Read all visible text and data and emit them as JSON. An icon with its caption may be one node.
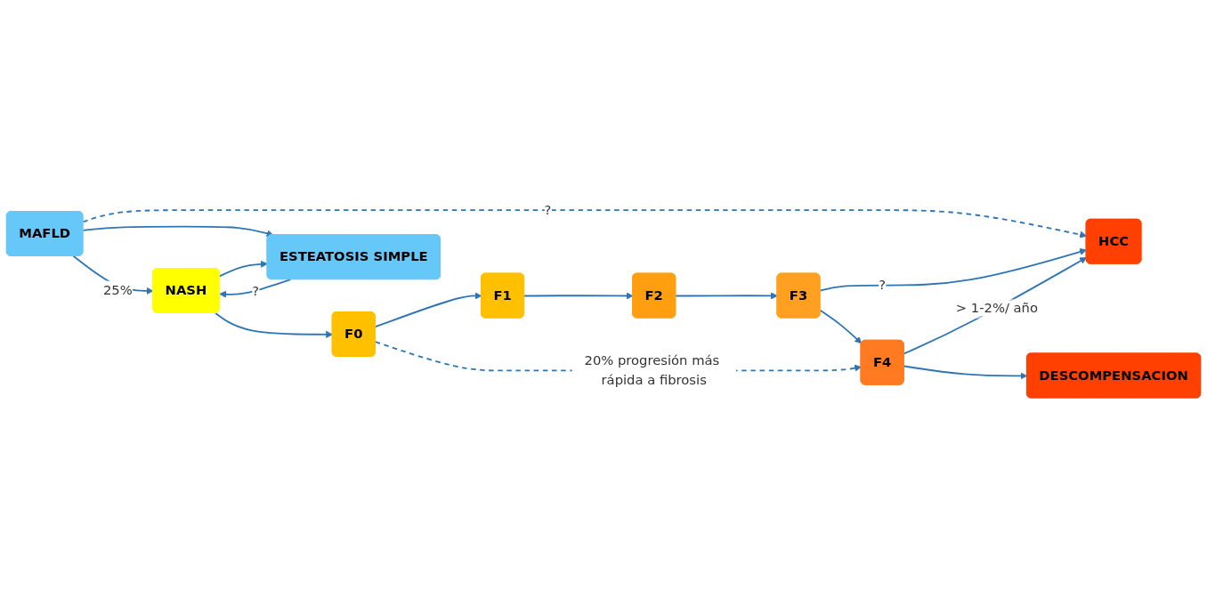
{
  "diagram": {
    "nodes": [
      {
        "text": [
          "MAFLD"
        ]
      },
      {
        "text": [
          "NASH"
        ]
      },
      {
        "text": [
          "F0"
        ]
      },
      {
        "text": [
          "F1"
        ]
      },
      {
        "text": [
          "F2"
        ]
      },
      {
        "text": [
          "F3"
        ]
      },
      {
        "text": [
          "F4"
        ]
      },
      {
        "text": [
          "HCC"
        ]
      },
      {
        "text": [
          "DESCOMPENSACION"
        ]
      },
      {
        "text": [
          "ESTEATOSIS SIMPLE"
        ]
      }
    ],
    "edges": [
      {
        "from": 0,
        "to": 7,
        "arrow": "to",
        "label": "?",
        "style": "dashed"
      },
      {
        "from": 0,
        "to": 1,
        "arrow": "to",
        "label": "25%"
      },
      {
        "from": 1,
        "to": 2,
        "arrow": "to"
      },
      {
        "from": 2,
        "to": 3,
        "arrow": "to"
      },
      {
        "from": 3,
        "to": 4,
        "arrow": "to"
      },
      {
        "from": 4,
        "to": 5,
        "arrow": "to"
      },
      {
        "from": 5,
        "to": 6,
        "arrow": "to"
      },
      {
        "from": 5,
        "to": 7,
        "arrow": "to",
        "label": "?"
      },
      {
        "from": 6,
        "to": 7,
        "arrow": "to",
        "label": "> 1-2%/ año"
      },
      {
        "from": 2,
        "to": 6,
        "arrow": "to",
        "label": "20% progresión más rápida a fibrosis",
        "style": "dashed"
      },
      {
        "from": 6,
        "to": 8,
        "arrow": "to"
      },
      {
        "from": 0,
        "to": 9,
        "arrow": "to"
      },
      {
        "from": 1,
        "to": 9,
        "arrow": "to"
      },
      {
        "from": 9,
        "to": 1,
        "arrow": "to",
        "label": "?"
      }
    ]
  }
}
